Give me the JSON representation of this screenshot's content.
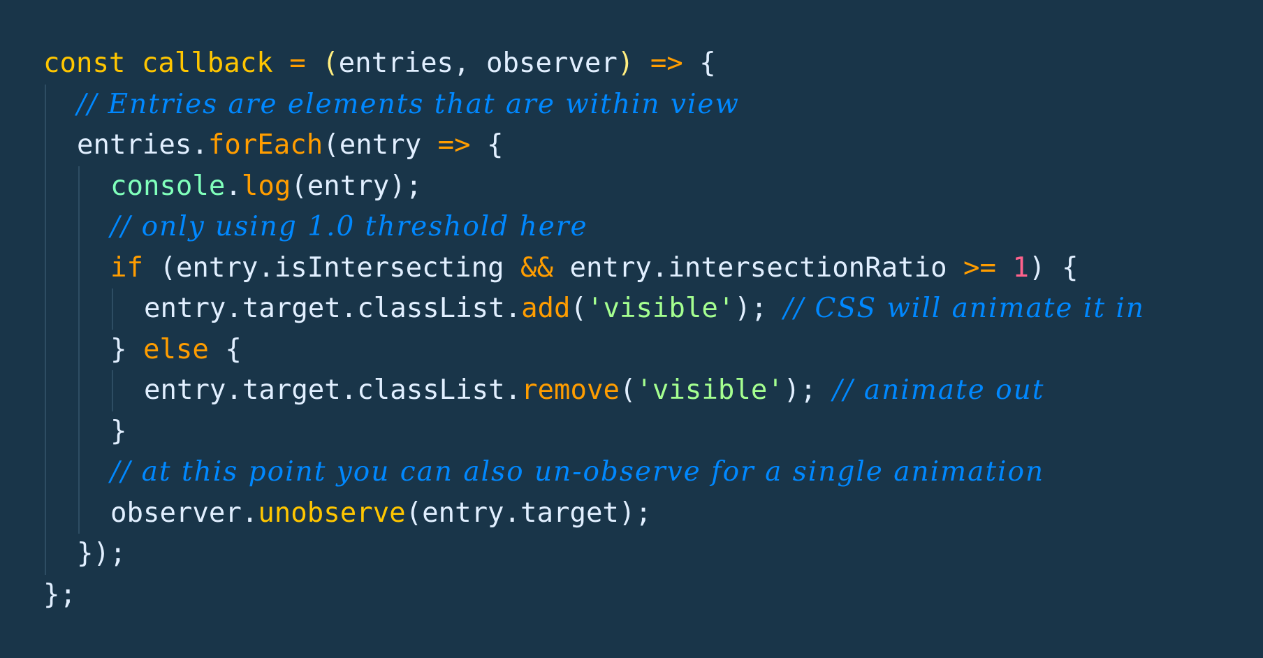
{
  "editor": {
    "theme_colors": {
      "background": "#193549",
      "comment": "#0088ff",
      "keyword_storage": "#ffc600",
      "keyword_control": "#ff9d00",
      "operator": "#ff9d00",
      "method_call": "#ff9d00",
      "identifier": "#e1efff",
      "builtin_object": "#80ffbb",
      "string": "#a5ff90",
      "number": "#ff628c",
      "bracket": "#ffee80",
      "indent_guide": "#2e4d63"
    },
    "lines": [
      {
        "indent": 0,
        "tokens": [
          {
            "text": "const",
            "type": "kw-storage"
          },
          {
            "text": " ",
            "type": "punct"
          },
          {
            "text": "callback",
            "type": "fn-name"
          },
          {
            "text": " ",
            "type": "punct"
          },
          {
            "text": "=",
            "type": "op"
          },
          {
            "text": " ",
            "type": "punct"
          },
          {
            "text": "(",
            "type": "paren"
          },
          {
            "text": "entries",
            "type": "ident"
          },
          {
            "text": ", ",
            "type": "punct"
          },
          {
            "text": "observer",
            "type": "ident"
          },
          {
            "text": ")",
            "type": "paren"
          },
          {
            "text": " ",
            "type": "punct"
          },
          {
            "text": "=>",
            "type": "op"
          },
          {
            "text": " {",
            "type": "punct"
          }
        ]
      },
      {
        "indent": 1,
        "tokens": [
          {
            "text": "// Entries are elements that are within view",
            "type": "comment"
          }
        ]
      },
      {
        "indent": 1,
        "tokens": [
          {
            "text": "entries",
            "type": "ident"
          },
          {
            "text": ".",
            "type": "punct"
          },
          {
            "text": "forEach",
            "type": "method"
          },
          {
            "text": "(",
            "type": "punct"
          },
          {
            "text": "entry",
            "type": "ident"
          },
          {
            "text": " ",
            "type": "punct"
          },
          {
            "text": "=>",
            "type": "op"
          },
          {
            "text": " {",
            "type": "punct"
          }
        ]
      },
      {
        "indent": 2,
        "tokens": [
          {
            "text": "console",
            "type": "obj"
          },
          {
            "text": ".",
            "type": "punct"
          },
          {
            "text": "log",
            "type": "method"
          },
          {
            "text": "(",
            "type": "punct"
          },
          {
            "text": "entry",
            "type": "ident"
          },
          {
            "text": ");",
            "type": "punct"
          }
        ]
      },
      {
        "indent": 2,
        "tokens": [
          {
            "text": "// only using 1.0 threshold here",
            "type": "comment"
          }
        ]
      },
      {
        "indent": 2,
        "tokens": [
          {
            "text": "if",
            "type": "kw-ctrl"
          },
          {
            "text": " (",
            "type": "punct"
          },
          {
            "text": "entry",
            "type": "ident"
          },
          {
            "text": ".",
            "type": "punct"
          },
          {
            "text": "isIntersecting",
            "type": "ident"
          },
          {
            "text": " ",
            "type": "punct"
          },
          {
            "text": "&&",
            "type": "op"
          },
          {
            "text": " ",
            "type": "punct"
          },
          {
            "text": "entry",
            "type": "ident"
          },
          {
            "text": ".",
            "type": "punct"
          },
          {
            "text": "intersectionRatio",
            "type": "ident"
          },
          {
            "text": " ",
            "type": "punct"
          },
          {
            "text": ">=",
            "type": "op"
          },
          {
            "text": " ",
            "type": "punct"
          },
          {
            "text": "1",
            "type": "num"
          },
          {
            "text": ") {",
            "type": "punct"
          }
        ]
      },
      {
        "indent": 3,
        "tokens": [
          {
            "text": "entry",
            "type": "ident"
          },
          {
            "text": ".",
            "type": "punct"
          },
          {
            "text": "target",
            "type": "ident"
          },
          {
            "text": ".",
            "type": "punct"
          },
          {
            "text": "classList",
            "type": "ident"
          },
          {
            "text": ".",
            "type": "punct"
          },
          {
            "text": "add",
            "type": "method"
          },
          {
            "text": "(",
            "type": "punct"
          },
          {
            "text": "'visible'",
            "type": "str"
          },
          {
            "text": ");",
            "type": "punct"
          },
          {
            "text": " ",
            "type": "punct"
          },
          {
            "text": "// CSS will animate it in",
            "type": "comment"
          }
        ]
      },
      {
        "indent": 2,
        "tokens": [
          {
            "text": "}",
            "type": "punct"
          },
          {
            "text": " ",
            "type": "punct"
          },
          {
            "text": "else",
            "type": "kw-ctrl"
          },
          {
            "text": " {",
            "type": "punct"
          }
        ]
      },
      {
        "indent": 3,
        "tokens": [
          {
            "text": "entry",
            "type": "ident"
          },
          {
            "text": ".",
            "type": "punct"
          },
          {
            "text": "target",
            "type": "ident"
          },
          {
            "text": ".",
            "type": "punct"
          },
          {
            "text": "classList",
            "type": "ident"
          },
          {
            "text": ".",
            "type": "punct"
          },
          {
            "text": "remove",
            "type": "method"
          },
          {
            "text": "(",
            "type": "punct"
          },
          {
            "text": "'visible'",
            "type": "str"
          },
          {
            "text": ");",
            "type": "punct"
          },
          {
            "text": " ",
            "type": "punct"
          },
          {
            "text": "// animate out",
            "type": "comment"
          }
        ]
      },
      {
        "indent": 2,
        "tokens": [
          {
            "text": "}",
            "type": "punct"
          }
        ]
      },
      {
        "indent": 2,
        "tokens": [
          {
            "text": "// at this point you can also un-observe for a single animation",
            "type": "comment"
          }
        ]
      },
      {
        "indent": 2,
        "tokens": [
          {
            "text": "observer",
            "type": "ident"
          },
          {
            "text": ".",
            "type": "punct"
          },
          {
            "text": "unobserve",
            "type": "fn-name"
          },
          {
            "text": "(",
            "type": "punct"
          },
          {
            "text": "entry",
            "type": "ident"
          },
          {
            "text": ".",
            "type": "punct"
          },
          {
            "text": "target",
            "type": "ident"
          },
          {
            "text": ");",
            "type": "punct"
          }
        ]
      },
      {
        "indent": 1,
        "tokens": [
          {
            "text": "});",
            "type": "punct"
          }
        ]
      },
      {
        "indent": 0,
        "tokens": [
          {
            "text": "};",
            "type": "punct"
          }
        ]
      }
    ]
  }
}
